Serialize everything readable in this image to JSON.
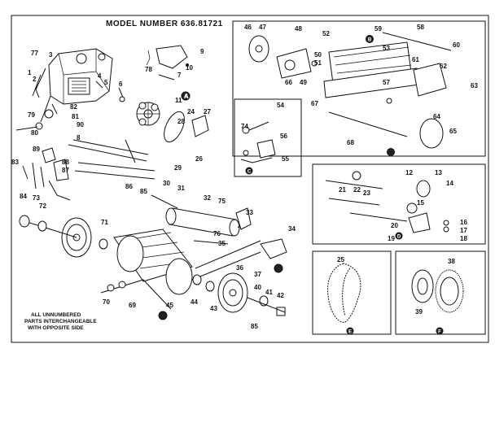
{
  "diagram": {
    "title": "MODEL NUMBER 636.81721",
    "page_number": "85",
    "footnote_lines": [
      "ALL UNNUMBERED",
      "PARTS INTERCHANGEABLE",
      "WITH OPPOSITE SIDE"
    ],
    "inset_markers": [
      "A",
      "B",
      "C",
      "D",
      "E",
      "F"
    ],
    "main_labels": [
      "1",
      "2",
      "3",
      "4",
      "5",
      "6",
      "7",
      "8",
      "9",
      "10",
      "11",
      "12",
      "13",
      "14",
      "15",
      "16",
      "17",
      "18",
      "19",
      "20",
      "21",
      "22",
      "23",
      "24",
      "25",
      "26",
      "27",
      "28",
      "29",
      "30",
      "31",
      "32",
      "33",
      "34",
      "35",
      "36",
      "37",
      "38",
      "39",
      "40",
      "41",
      "42",
      "43",
      "44",
      "45",
      "46",
      "47",
      "48",
      "49",
      "50",
      "51",
      "52",
      "53",
      "54",
      "55",
      "56",
      "57",
      "58",
      "59",
      "60",
      "61",
      "62",
      "63",
      "64",
      "65",
      "66",
      "67",
      "68",
      "69",
      "70",
      "71",
      "72",
      "73",
      "74",
      "75",
      "76",
      "77",
      "78",
      "79",
      "80",
      "81",
      "82",
      "83",
      "84",
      "85",
      "86",
      "87",
      "88",
      "89",
      "90"
    ]
  }
}
